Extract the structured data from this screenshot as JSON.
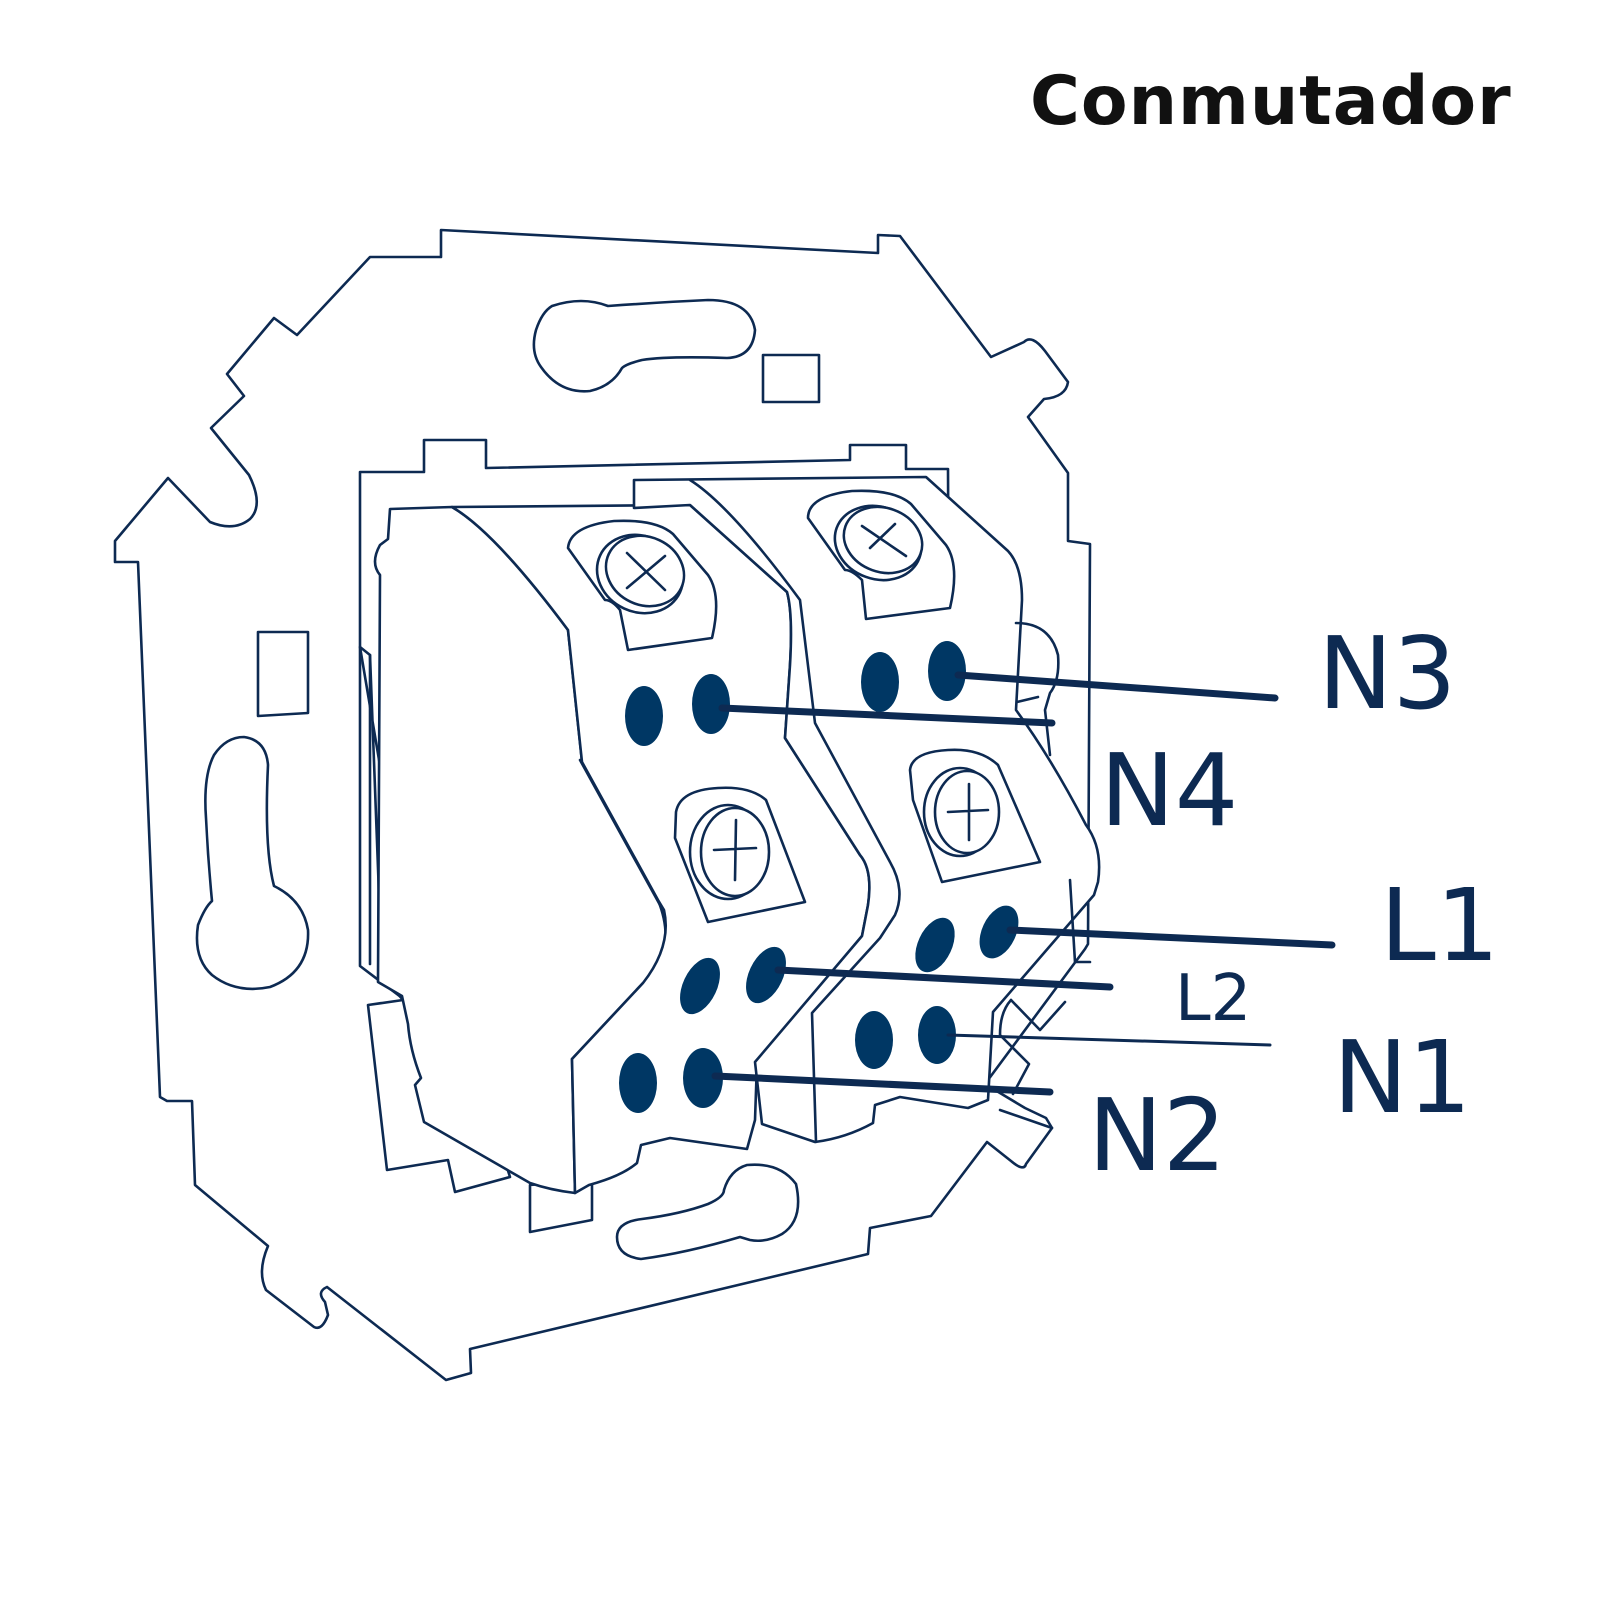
{
  "title": "Conmutador",
  "colors": {
    "ink": "#0d2a52",
    "terminal": "#003764",
    "background": "#ffffff"
  },
  "terminals": {
    "N3": "N3",
    "N4": "N4",
    "L1": "L1",
    "L2": "L2",
    "N1": "N1",
    "N2": "N2"
  }
}
